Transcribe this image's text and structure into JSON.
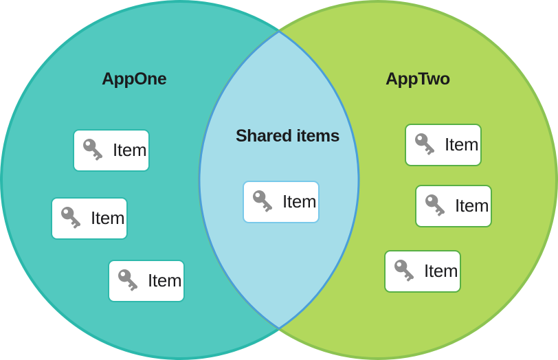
{
  "diagram": {
    "type": "venn",
    "left_circle": {
      "label": "AppOne",
      "fill": "#52C9BF",
      "border": "#2BB8AB",
      "card_border": "#2EB9AC",
      "items": [
        {
          "label": "Item",
          "icon": "key-icon"
        },
        {
          "label": "Item",
          "icon": "key-icon"
        },
        {
          "label": "Item",
          "icon": "key-icon"
        }
      ]
    },
    "right_circle": {
      "label": "AppTwo",
      "fill": "#B2D85C",
      "border": "#8CC352",
      "card_border": "#58B046",
      "items": [
        {
          "label": "Item",
          "icon": "key-icon"
        },
        {
          "label": "Item",
          "icon": "key-icon"
        },
        {
          "label": "Item",
          "icon": "key-icon"
        }
      ]
    },
    "intersection": {
      "label": "Shared items",
      "fill": "#A5DDE9",
      "border": "#4A9FD9",
      "card_border": "#79C9EA",
      "items": [
        {
          "label": "Item",
          "icon": "key-icon"
        }
      ]
    },
    "card_bg": "#FFFFFF",
    "icon_color": "#8E8E8E",
    "text_color": "#1B1B1D"
  }
}
